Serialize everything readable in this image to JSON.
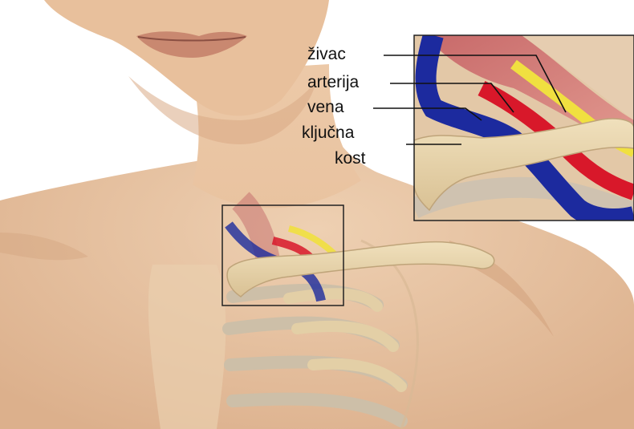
{
  "labels": {
    "nerve": "živac",
    "artery": "arterija",
    "vein": "vena",
    "clavicle_line1": "ključna",
    "clavicle_line2": "kost"
  },
  "colors": {
    "skin": "#e8c3a2",
    "skin_shadow": "#d9ab86",
    "bone": "#e6d2aa",
    "artery": "#d8182a",
    "vein": "#1c2a9e",
    "nerve": "#f0e040",
    "muscle": "#c45a5a"
  }
}
